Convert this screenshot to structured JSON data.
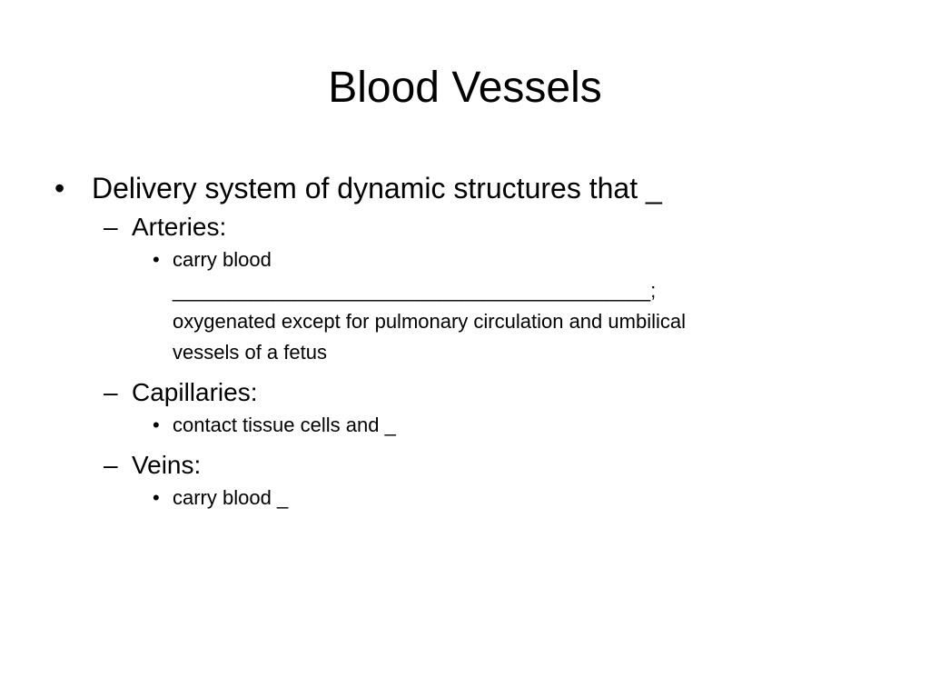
{
  "slide": {
    "title": "Blood Vessels",
    "bullet_1": {
      "symbol": "•",
      "text": "Delivery system of dynamic structures that _"
    },
    "arteries": {
      "symbol": "–",
      "label": "Arteries:",
      "sub_symbol": "•",
      "line_1": "carry blood",
      "line_2": "___________________________________________;",
      "line_3": "oxygenated except for pulmonary circulation and umbilical",
      "line_4": "vessels of a fetus"
    },
    "capillaries": {
      "symbol": "–",
      "label": "Capillaries:",
      "sub_symbol": "•",
      "text": "contact tissue cells and _"
    },
    "veins": {
      "symbol": "–",
      "label": "Veins:",
      "sub_symbol": "•",
      "text": "carry blood _"
    }
  }
}
